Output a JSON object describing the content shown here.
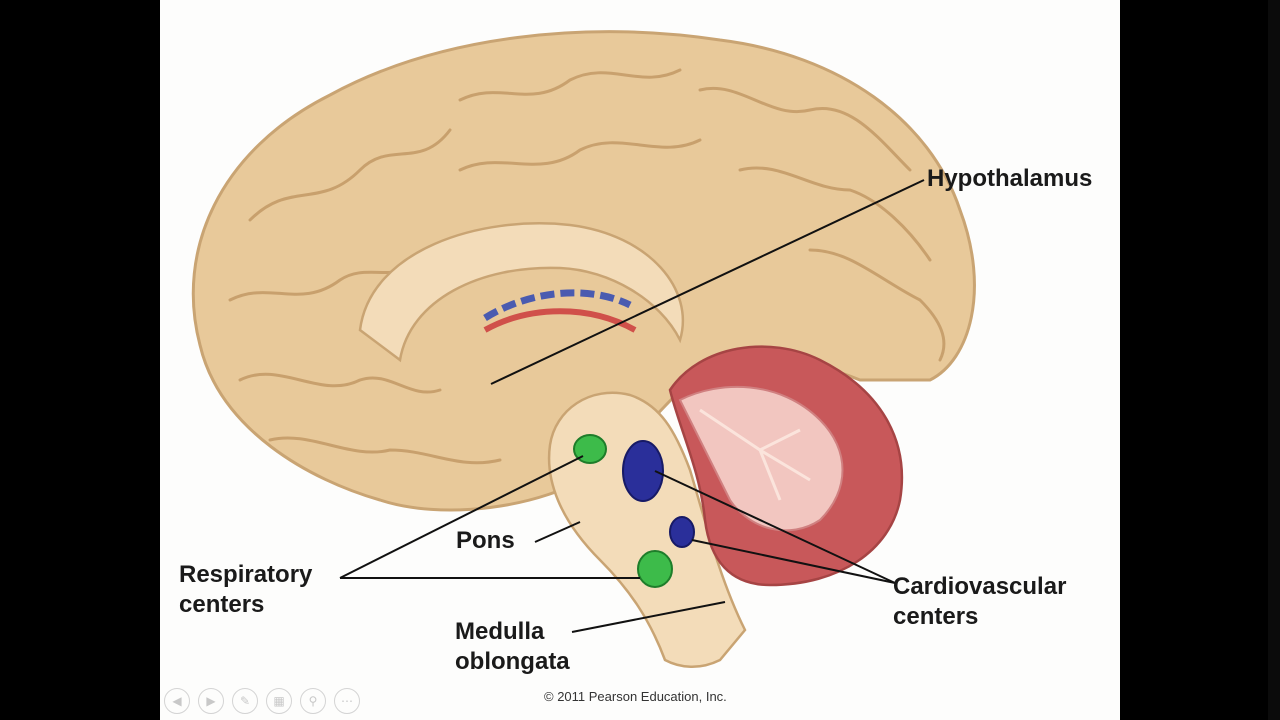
{
  "labels": {
    "hypothalamus": "Hypothalamus",
    "pons": "Pons",
    "respiratory_line1": "Respiratory",
    "respiratory_line2": "centers",
    "medulla_line1": "Medulla",
    "medulla_line2": "oblongata",
    "cardiovascular_line1": "Cardiovascular",
    "cardiovascular_line2": "centers"
  },
  "copyright": "© 2011 Pearson Education, Inc.",
  "nav_icons": [
    "previous-icon",
    "next-icon",
    "pen-icon",
    "slides-icon",
    "zoom-icon",
    "more-icon"
  ],
  "colors": {
    "brain": "#e8c99a",
    "cerebellum": "#c8585a",
    "respiratory_center": "#3dbb4a",
    "cardiovascular_center": "#2a2f9a"
  }
}
